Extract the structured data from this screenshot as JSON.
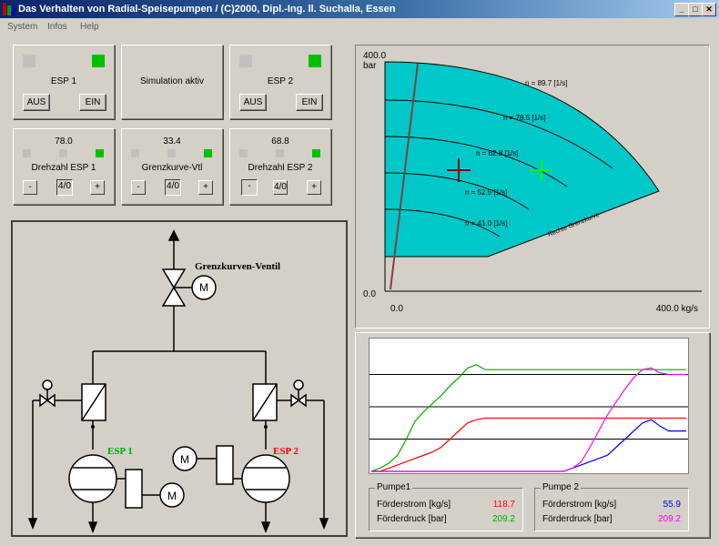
{
  "window": {
    "title": "Das Verhalten von Radial-Speisepumpen / (C)2000, Dipl.-Ing. ll. Suchalla, Essen",
    "min": "_",
    "max": "□",
    "close": "✕"
  },
  "menu": [
    "System",
    "Infos",
    "Help"
  ],
  "esp1": {
    "label": "ESP 1",
    "aus": "AUS",
    "ein": "EIN"
  },
  "sim": {
    "label": "Simulation aktiv"
  },
  "esp2": {
    "label": "ESP 2",
    "aus": "AUS",
    "ein": "EIN"
  },
  "speed1": {
    "value": "78.0",
    "label": "Drehzahl ESP 1",
    "minus": "-",
    "mid": "4/0",
    "plus": "+"
  },
  "limit": {
    "value": "33.4",
    "label": "Grenzkurve-Vtl",
    "minus": "-",
    "mid": "4/0",
    "plus": "+"
  },
  "speed2": {
    "value": "68.8",
    "label": "Drehzahl ESP 2",
    "minus": "-",
    "mid": "4/0",
    "plus": "+"
  },
  "diagram": {
    "valve_label": "Grenzkurven-Ventil",
    "esp1_label": "ESP 1",
    "esp2_label": "ESP 2",
    "motor": "M",
    "valve_motor": "M"
  },
  "colors": {
    "field": "#00c8c8",
    "esp1": "#00aa00",
    "esp2": "#ff0000",
    "pump1_flow": "#ff0000",
    "pump1_pressure": "#00aa00",
    "pump2_flow": "#0000ff",
    "pump2_pressure": "#ff00ff",
    "led_on": "#00c000"
  },
  "map": {
    "y_max": "400.0",
    "y_unit": "bar",
    "y_min": "0.0",
    "x_min": "0.0",
    "x_max": "400.0 kg/s",
    "curves": [
      "n = 89.7 [1/s]",
      "n = 78.5 [1/s]",
      "n = 62.8 [1/s]",
      "n = 52.5 [1/s]",
      "n = 41.0 [1/s]"
    ],
    "boundary": "Rechte Grenzkurve"
  },
  "chart_data": {
    "type": "line",
    "x": [
      0,
      1,
      2,
      3,
      4,
      5,
      6,
      7,
      8,
      9,
      10,
      11,
      12,
      13,
      14,
      15,
      16,
      17,
      18,
      19,
      20,
      21,
      22,
      23,
      24,
      25,
      26,
      27,
      28,
      29,
      30,
      31,
      32,
      33,
      34,
      35,
      36
    ],
    "series": [
      {
        "values": [
          0,
          0,
          0.2,
          0.4,
          0.6,
          0.8,
          1,
          1.2,
          1.5,
          2,
          2.5,
          3,
          3.2,
          3.3,
          3.3,
          3.3,
          3.3,
          3.3,
          3.3,
          3.3,
          3.3,
          3.3,
          3.3,
          3.3,
          3.3,
          3.3,
          3.3,
          3.3,
          3.3,
          3.3,
          3.3,
          3.3,
          3.3,
          3.3,
          3.3,
          3.3,
          3.3
        ],
        "color": "#ff0000"
      },
      {
        "values": [
          0,
          0.2,
          0.5,
          1,
          2,
          3.1,
          3.7,
          4.2,
          4.7,
          5.3,
          5.8,
          6.4,
          6.6,
          6.3,
          6.3,
          6.3,
          6.3,
          6.3,
          6.3,
          6.3,
          6.3,
          6.3,
          6.3,
          6.3,
          6.3,
          6.3,
          6.3,
          6.3,
          6.3,
          6.3,
          6.3,
          6.3,
          6.3,
          6.3,
          6.3,
          6.3,
          6.3
        ],
        "color": "#00aa00"
      },
      {
        "values": [
          0,
          0,
          0,
          0,
          0,
          0,
          0,
          0,
          0,
          0,
          0,
          0,
          0,
          0,
          0,
          0,
          0,
          0,
          0,
          0,
          0,
          0,
          0,
          0.2,
          0.4,
          0.6,
          0.8,
          1,
          1.5,
          2,
          2.5,
          3,
          3.2,
          2.8,
          2.5,
          2.5,
          2.5
        ],
        "color": "#0000ff"
      },
      {
        "values": [
          0,
          0,
          0,
          0,
          0,
          0,
          0,
          0,
          0,
          0,
          0,
          0,
          0,
          0,
          0,
          0,
          0,
          0,
          0,
          0,
          0,
          0,
          0,
          0.2,
          0.6,
          1.5,
          2.5,
          3.5,
          4.3,
          5.1,
          5.8,
          6.3,
          6.4,
          6.1,
          6,
          6,
          6
        ],
        "color": "#ff00ff"
      }
    ],
    "ylim": [
      0,
      8
    ]
  },
  "pumpe1": {
    "title": "Pumpe1",
    "flow_label": "Förderstrom [kg/s]",
    "flow": "118.7",
    "pressure_label": "Förderdruck [bar]",
    "pressure": "209.2"
  },
  "pumpe2": {
    "title": "Pumpe 2",
    "flow_label": "Förderstrom [kg/s]",
    "flow": "55.9",
    "pressure_label": "Förderdruck [bar]",
    "pressure": "209.2"
  }
}
